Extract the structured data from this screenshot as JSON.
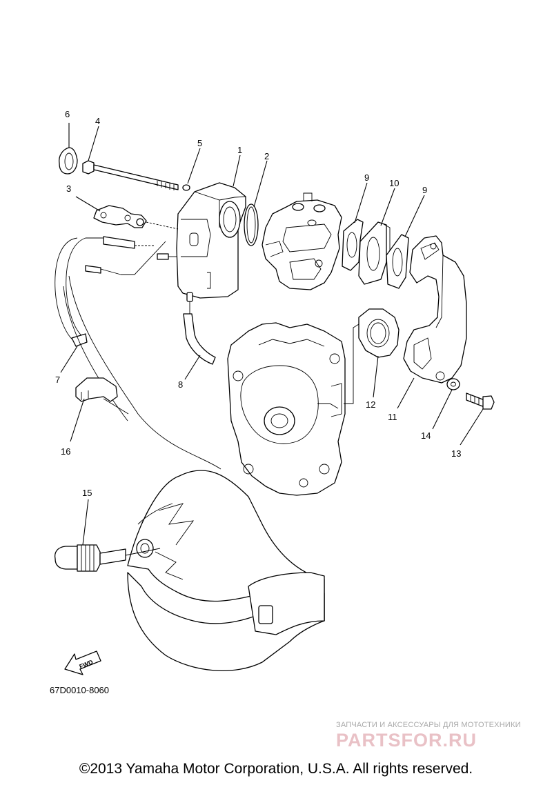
{
  "callouts": {
    "c1": "1",
    "c2": "2",
    "c3": "3",
    "c4": "4",
    "c5": "5",
    "c6": "6",
    "c7": "7",
    "c8": "8",
    "c9a": "9",
    "c9b": "9",
    "c10": "10",
    "c11": "11",
    "c12": "12",
    "c13": "13",
    "c14": "14",
    "c15": "15",
    "c16": "16"
  },
  "fwd_label": "FWD",
  "diagram_code": "67D0010-8060",
  "watermark": {
    "tagline": "ЗАПЧАСТИ И АКСЕССУАРЫ ДЛЯ МОТОТЕХНИКИ",
    "brand": "PARTSFOR.RU"
  },
  "copyright": "©2013 Yamaha Motor Corporation, U.S.A. All rights reserved."
}
